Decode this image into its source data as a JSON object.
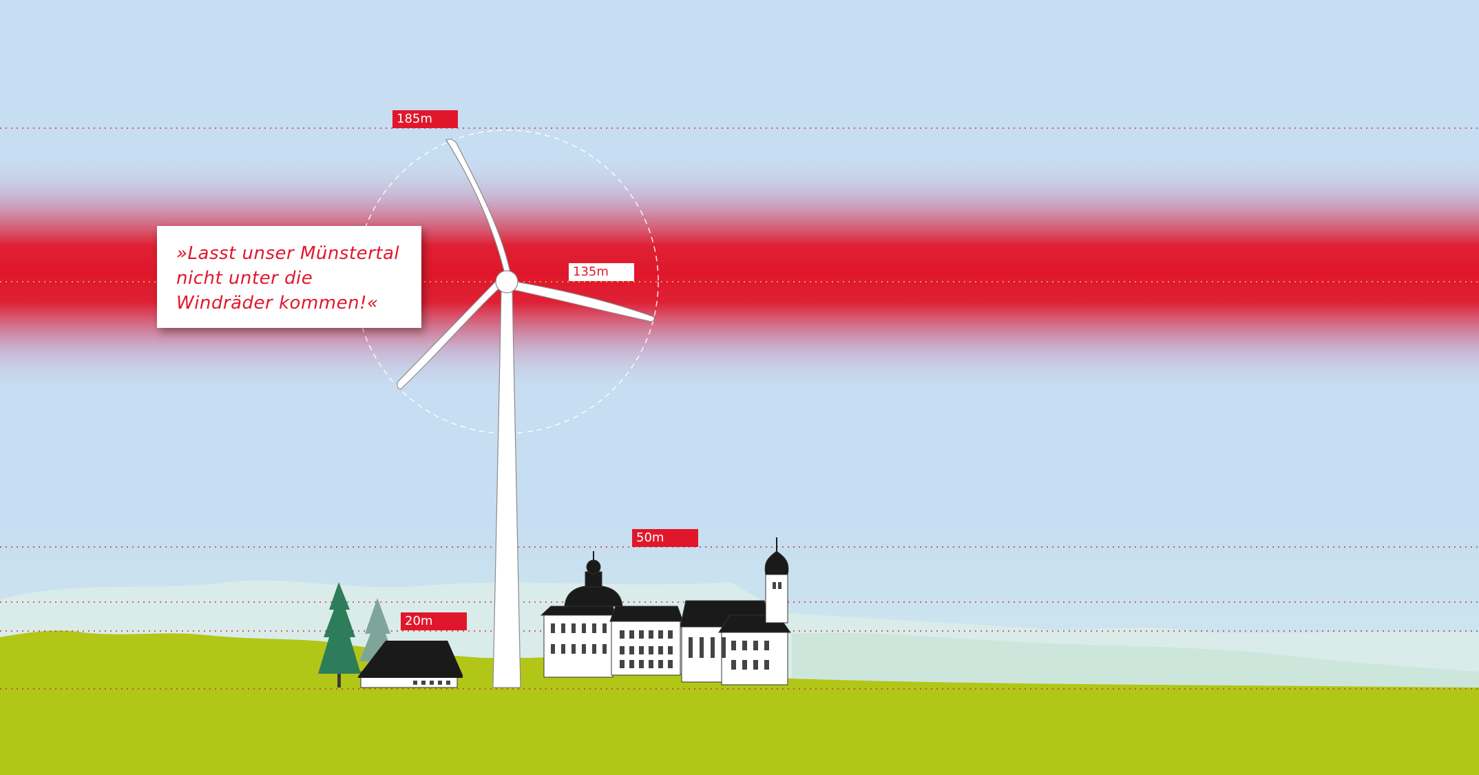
{
  "quote": {
    "text": "»Lasst unser Münstertal\nnicht unter die\nWindräder kommen!«"
  },
  "height_markers": [
    {
      "id": "turbine-top",
      "label": "185m",
      "height_m": 185
    },
    {
      "id": "hub",
      "label": "135m",
      "height_m": 135
    },
    {
      "id": "monastery",
      "label": "50m",
      "height_m": 50
    },
    {
      "id": "farmhouse",
      "label": "20m",
      "height_m": 20
    }
  ],
  "colors": {
    "sky": "#c7ddf1",
    "band_red": "#e0172b",
    "grass": "#b2c618",
    "hills_back": "#cde6d9",
    "tree_dark": "#2e7d5a",
    "tree_light": "#7fa59a",
    "roof": "#1a1a1a",
    "marker_line": "#d9283a"
  },
  "icons": [
    "wind-turbine-icon",
    "monastery-icon",
    "farmhouse-icon",
    "tree-icon"
  ]
}
